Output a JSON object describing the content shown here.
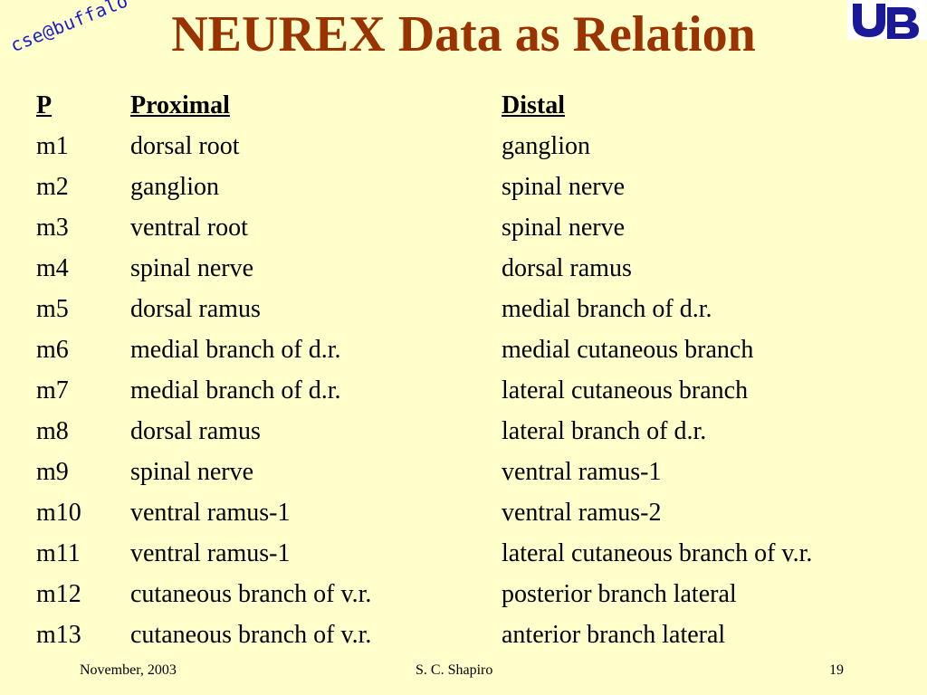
{
  "slide": {
    "title": "NEUREX Data as Relation",
    "stamp": "cse@buffalo"
  },
  "logo": {
    "icon": "ub-logo-icon",
    "color": "#1a1a99"
  },
  "table": {
    "headers": [
      "P",
      "Proximal",
      "Distal"
    ],
    "rows": [
      [
        "m1",
        "dorsal root",
        "ganglion"
      ],
      [
        "m2",
        "ganglion",
        "spinal nerve"
      ],
      [
        "m3",
        "ventral root",
        "spinal nerve"
      ],
      [
        "m4",
        "spinal nerve",
        "dorsal ramus"
      ],
      [
        "m5",
        "dorsal ramus",
        "medial branch of d.r."
      ],
      [
        "m6",
        "medial branch of d.r.",
        "medial cutaneous branch"
      ],
      [
        "m7",
        "medial branch of d.r.",
        "lateral cutaneous branch"
      ],
      [
        "m8",
        "dorsal ramus",
        "lateral branch of d.r."
      ],
      [
        "m9",
        "spinal nerve",
        "ventral ramus-1"
      ],
      [
        "m10",
        "ventral ramus-1",
        "ventral ramus-2"
      ],
      [
        "m11",
        "ventral ramus-1",
        "lateral cutaneous branch of v.r."
      ],
      [
        "m12",
        "cutaneous branch of v.r.",
        "posterior branch lateral"
      ],
      [
        "m13",
        "cutaneous branch of v.r.",
        "anterior branch lateral"
      ]
    ]
  },
  "footer": {
    "date": "November, 2003",
    "author": "S. C. Shapiro",
    "page": "19"
  },
  "colors": {
    "background": "#ffffcc",
    "title": "#993300",
    "stamp": "#1a1acc"
  }
}
